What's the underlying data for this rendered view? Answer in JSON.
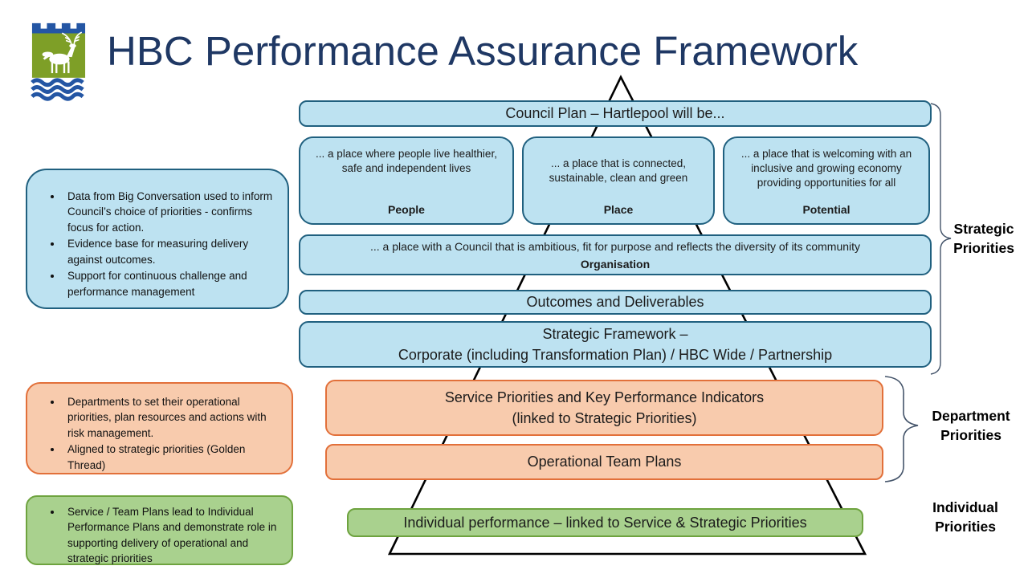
{
  "slide": {
    "title": "HBC Performance Assurance Framework"
  },
  "logo": {
    "name": "Hartlepool Borough Council crest (castle battlements, white stag, sea waves)"
  },
  "pyramid": {
    "council_plan": "Council Plan – Hartlepool will be...",
    "pillars": [
      {
        "text": "... a place where people live healthier, safe and independent lives",
        "label": "People"
      },
      {
        "text": "... a place that is connected, sustainable, clean and green",
        "label": "Place"
      },
      {
        "text": "... a place that is welcoming with an inclusive and growing economy providing opportunities for all",
        "label": "Potential"
      }
    ],
    "organisation": {
      "text": "... a place with a Council that is ambitious, fit for purpose and reflects the diversity of its community",
      "label": "Organisation"
    },
    "outcomes": "Outcomes and Deliverables",
    "strategic_framework": {
      "line1": "Strategic Framework –",
      "line2": "Corporate (including Transformation Plan) / HBC Wide / Partnership"
    },
    "service_priorities": {
      "line1": "Service Priorities and Key Performance Indicators",
      "line2": "(linked to Strategic Priorities)"
    },
    "operational_team_plans": "Operational Team Plans",
    "individual_performance": "Individual performance – linked to Service & Strategic Priorities"
  },
  "callouts": {
    "strategic": {
      "bullets": [
        "Data from Big Conversation used to inform Council’s choice of priorities - confirms focus for action.",
        "Evidence base for measuring delivery against outcomes.",
        "Support for continuous challenge and performance management"
      ]
    },
    "department": {
      "bullets": [
        "Departments to set their operational priorities, plan resources and actions with risk management.",
        "Aligned to strategic priorities (Golden Thread)"
      ]
    },
    "individual": {
      "bullets": [
        "Service / Team Plans lead to Individual Performance Plans and demonstrate role in supporting delivery of operational and strategic priorities"
      ]
    }
  },
  "side_labels": {
    "strategic": {
      "line1": "Strategic",
      "line2": "Priorities"
    },
    "department": {
      "line1": "Department",
      "line2": "Priorities"
    },
    "individual": {
      "line1": "Individual",
      "line2": "Priorities"
    }
  },
  "colors": {
    "title": "#1F3864",
    "blue_fill": "#BDE2F1",
    "blue_border": "#20607F",
    "orange_fill": "#F8CBAD",
    "orange_border": "#E2703A",
    "green_fill": "#A9D18E",
    "green_border": "#6EA33F",
    "brace": "#44546A",
    "triangle": "#000000",
    "logo_blue": "#2456A4",
    "logo_green": "#7E9F27"
  }
}
